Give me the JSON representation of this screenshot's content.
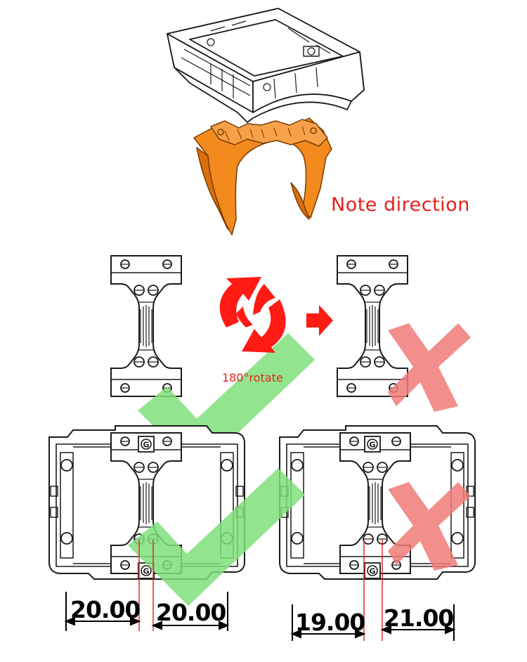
{
  "annotations": {
    "note_direction": "Note direction",
    "rotate_label": "180°rotate"
  },
  "dimensions": {
    "correct_left": "20.00",
    "correct_right": "20.00",
    "wrong_left": "19.00",
    "wrong_right": "21.00"
  },
  "colors": {
    "heatsink_orange": "#f28a1e",
    "correct_green": "#7fe07a",
    "wrong_red": "#f07a78",
    "arrow_red": "#ff1a14",
    "guide_red": "#e02020",
    "outline": "#1a1a1a"
  },
  "icons": [
    "check-mark-icon",
    "cross-mark-icon",
    "rotate-arrows-icon",
    "right-arrow-icon"
  ]
}
